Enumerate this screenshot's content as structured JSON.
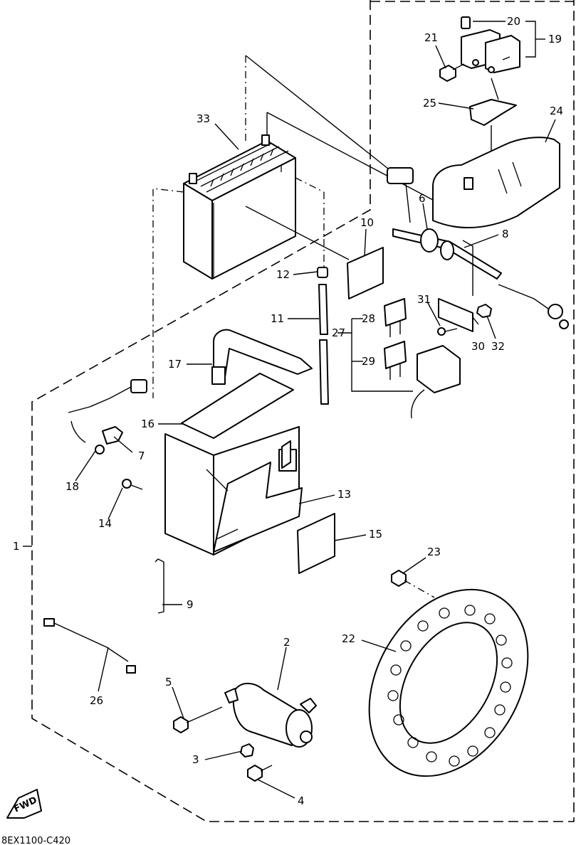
{
  "diagram": {
    "code": "8EX1100-C420",
    "fwd": "FWD",
    "labels": {
      "p1": "1",
      "p2": "2",
      "p3": "3",
      "p4": "4",
      "p5": "5",
      "p6": "6",
      "p7": "7",
      "p8": "8",
      "p9": "9",
      "p10": "10",
      "p11": "11",
      "p12": "12",
      "p13": "13",
      "p14": "14",
      "p15": "15",
      "p16": "16",
      "p17": "17",
      "p18": "18",
      "p19": "19",
      "p20": "20",
      "p21": "21",
      "p22": "22",
      "p23": "23",
      "p24": "24",
      "p25": "25",
      "p26": "26",
      "p27": "27",
      "p28": "28",
      "p29": "29",
      "p30": "30",
      "p31": "31",
      "p32": "32",
      "p33": "33"
    }
  }
}
